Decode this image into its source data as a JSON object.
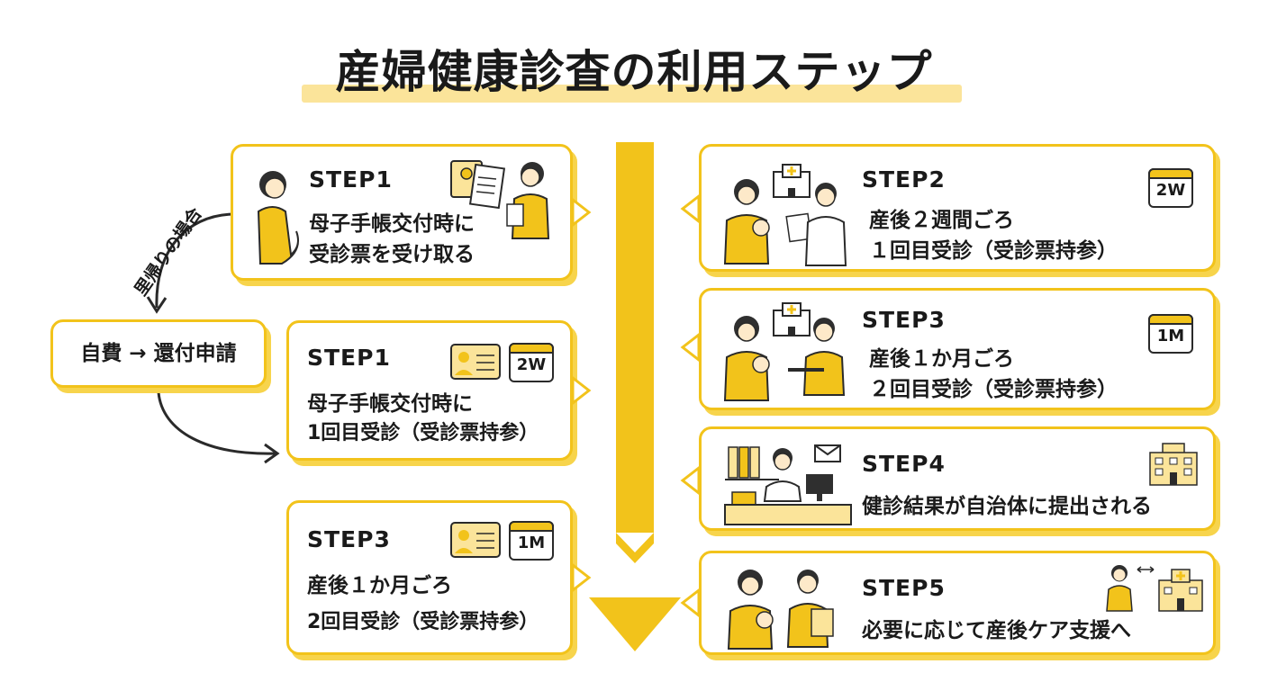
{
  "title": "産婦健康診査の利用ステップ",
  "colors": {
    "accent": "#f2c31b",
    "highlight": "#fbe49a",
    "ink": "#1a1a1a"
  },
  "left_flow": {
    "satogaeri_label": "里帰りの場合",
    "self_pay": "自費 → 還付申請",
    "cards": [
      {
        "step": "STEP1",
        "line1": "母子手帳交付時に",
        "line2": "受診票を受け取る",
        "icons": [
          "pregnant-woman-icon",
          "document-icon",
          "staff-woman-icon"
        ]
      },
      {
        "step": "STEP1",
        "line1": "母子手帳交付時に",
        "line2": "1回目受診（受診票持参）",
        "badge": "2W",
        "icons": [
          "voucher-card-icon",
          "calendar-icon"
        ]
      },
      {
        "step": "STEP3",
        "line1": "産後１か月ごろ",
        "line2": "2回目受診（受診票持参）",
        "badge": "1M",
        "icons": [
          "voucher-card-icon",
          "calendar-icon"
        ]
      }
    ]
  },
  "right_flow": {
    "cards": [
      {
        "step": "STEP2",
        "line1": "産後２週間ごろ",
        "line2": "１回目受診（受診票持参）",
        "badge": "2W",
        "icons": [
          "mother-baby-icon",
          "hospital-icon",
          "doctor-icon",
          "calendar-icon"
        ]
      },
      {
        "step": "STEP3",
        "line1": "産後１か月ごろ",
        "line2": "２回目受診（受診票持参）",
        "badge": "1M",
        "icons": [
          "mother-baby-icon",
          "hospital-icon",
          "nurse-icon",
          "calendar-icon"
        ]
      },
      {
        "step": "STEP4",
        "line1": "健診結果が自治体に提出される",
        "icons": [
          "office-desk-icon",
          "mail-icon",
          "city-hall-icon"
        ]
      },
      {
        "step": "STEP5",
        "line1": "必要に応じて産後ケア支援へ",
        "icons": [
          "mother-baby-icon",
          "support-worker-icon",
          "hospital-icon"
        ]
      }
    ]
  }
}
